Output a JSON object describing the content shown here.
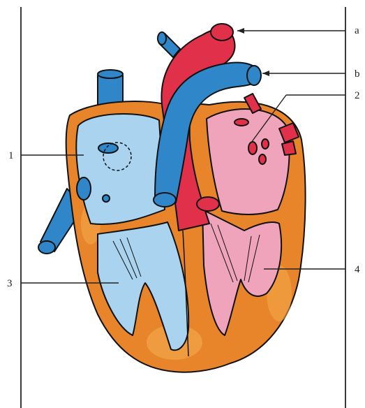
{
  "labels": {
    "a": "a",
    "b": "b",
    "n1": "1",
    "n2": "2",
    "n3": "3",
    "n4": "4"
  },
  "colors": {
    "background": "#ffffff",
    "frame_line": "#3a3a3a",
    "muscle": "#e8842a",
    "muscle_light": "#f2a64a",
    "blue_vessel": "#2f86c9",
    "blue_chamber": "#a9d3ee",
    "red_vessel": "#e0304a",
    "pink_chamber": "#f0a4bb",
    "outline": "#111111"
  }
}
